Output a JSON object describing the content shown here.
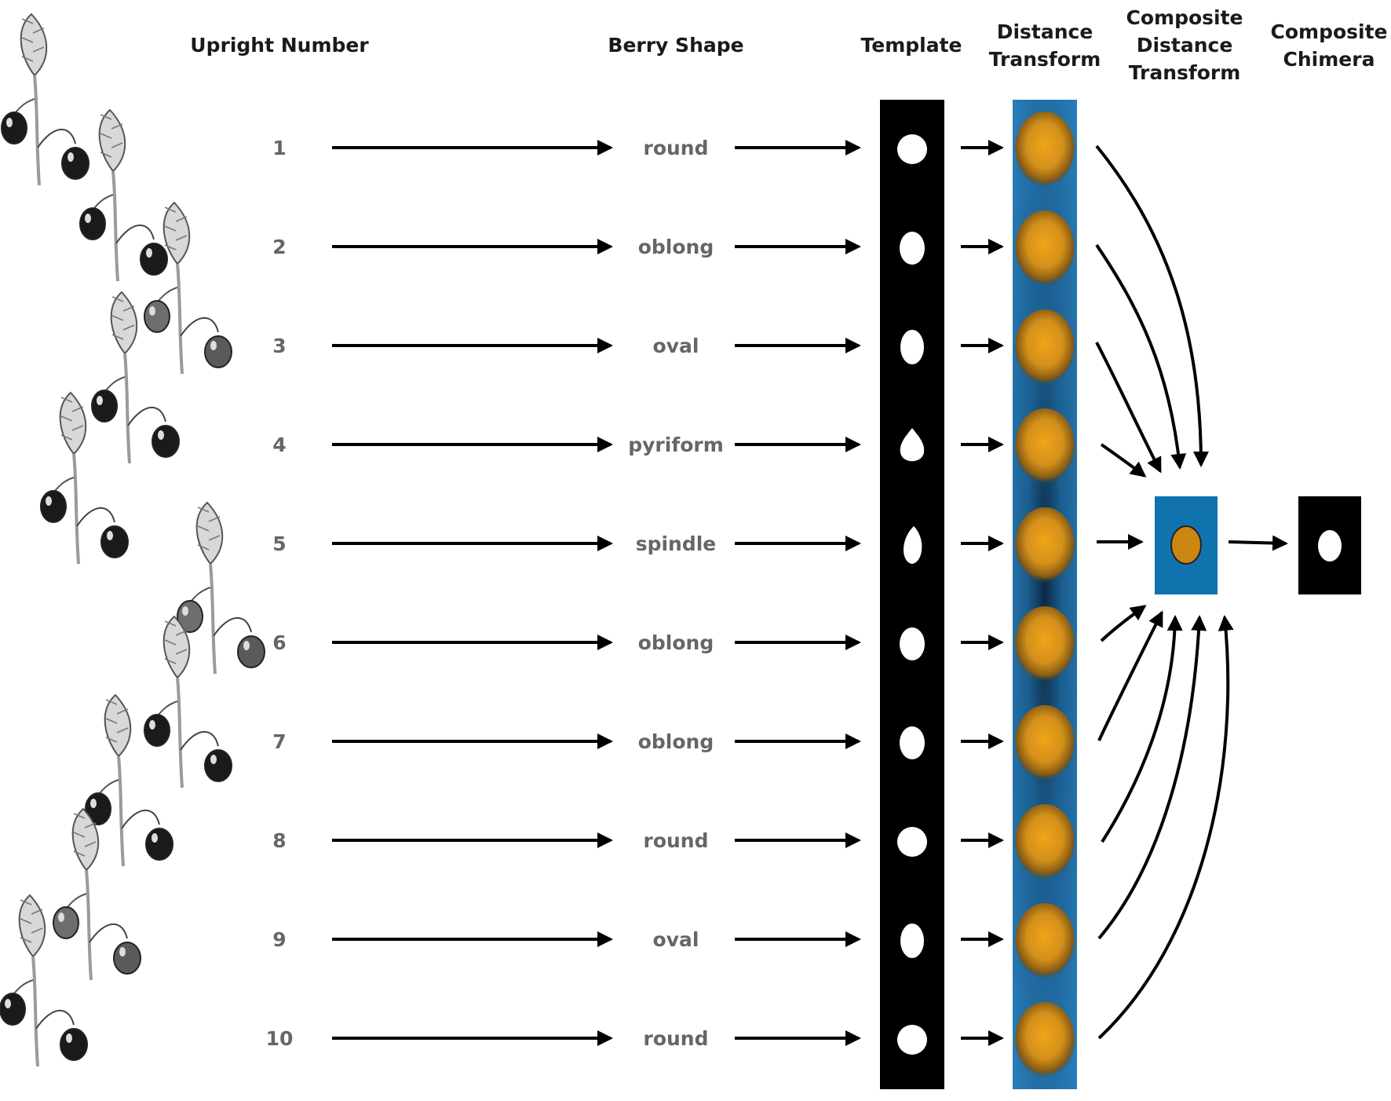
{
  "headers": {
    "upright_number": "Upright Number",
    "berry_shape": "Berry Shape",
    "template": "Template",
    "distance_transform": [
      "Distance",
      "Transform"
    ],
    "composite_distance_transform": [
      "Composite",
      "Distance",
      "Transform"
    ],
    "composite_chimera": [
      "Composite",
      "Chimera"
    ]
  },
  "rows": [
    {
      "number": "1",
      "shape": "round"
    },
    {
      "number": "2",
      "shape": "oblong"
    },
    {
      "number": "3",
      "shape": "oval"
    },
    {
      "number": "4",
      "shape": "pyriform"
    },
    {
      "number": "5",
      "shape": "spindle"
    },
    {
      "number": "6",
      "shape": "oblong"
    },
    {
      "number": "7",
      "shape": "oblong"
    },
    {
      "number": "8",
      "shape": "round"
    },
    {
      "number": "9",
      "shape": "oval"
    },
    {
      "number": "10",
      "shape": "round"
    }
  ],
  "icons": {
    "plant": "cranberry-upright-icon",
    "arrow": "arrow-right-icon",
    "template_berry": "berry-silhouette-icon",
    "dt_berry": "distance-transform-blob-icon"
  },
  "colors": {
    "template_bg": "#000000",
    "berry_fill": "#ffffff",
    "dt_bg": "#1f6aa0",
    "dt_blob": "#c58a10",
    "composite_bg": "#1173ae",
    "composite_berry": "#c98610",
    "text_header": "#1a1a1a",
    "text_row": "#666666"
  }
}
